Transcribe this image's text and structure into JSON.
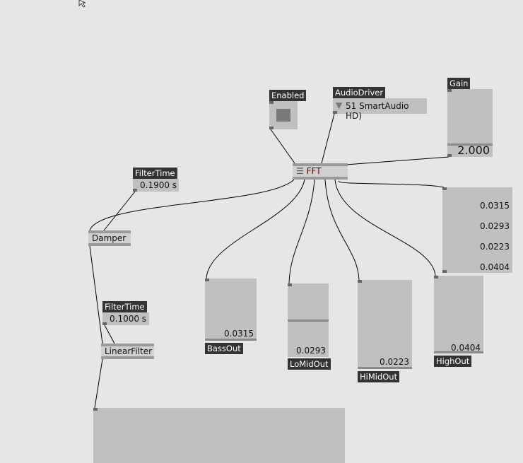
{
  "enabled": {
    "label": "Enabled"
  },
  "audio_driver": {
    "label": "AudioDriver",
    "value": "51 SmartAudio HD)"
  },
  "gain": {
    "label": "Gain",
    "value": "2.000"
  },
  "fft": {
    "label": "FFT"
  },
  "filter_time_1": {
    "label": "FilterTime",
    "value": "0.1900 s"
  },
  "damper": {
    "label": "Damper"
  },
  "filter_time_2": {
    "label": "FilterTime",
    "value": "0.1000 s"
  },
  "linear_filter": {
    "label": "LinearFilter"
  },
  "spread": {
    "values": [
      "0.0315",
      "0.0293",
      "0.0223",
      "0.0404"
    ]
  },
  "outputs": [
    {
      "label": "BassOut",
      "value": "0.0315"
    },
    {
      "label": "LoMidOut",
      "value": "0.0293"
    },
    {
      "label": "HiMidOut",
      "value": "0.0223"
    },
    {
      "label": "HighOut",
      "value": "0.0404"
    }
  ]
}
